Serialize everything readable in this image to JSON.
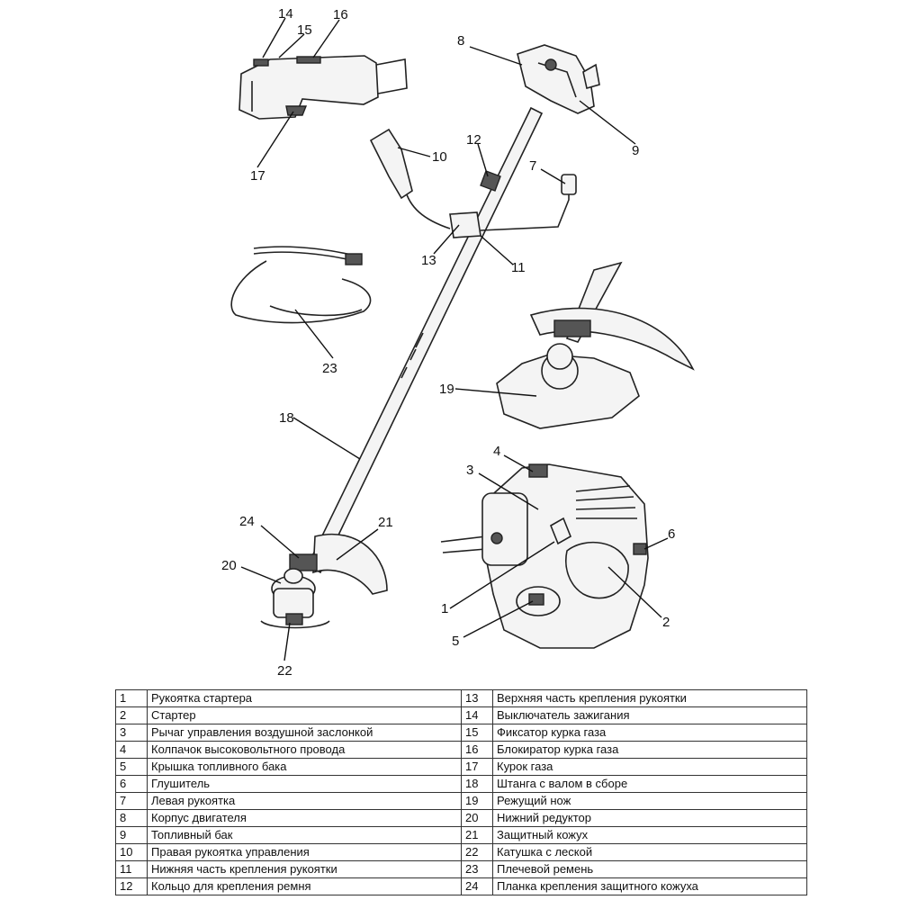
{
  "callouts": {
    "n1": "1",
    "n2": "2",
    "n3": "3",
    "n4": "4",
    "n5": "5",
    "n6": "6",
    "n7": "7",
    "n8": "8",
    "n9": "9",
    "n10": "10",
    "n11": "11",
    "n12": "12",
    "n13": "13",
    "n14": "14",
    "n15": "15",
    "n16": "16",
    "n17": "17",
    "n18": "18",
    "n19": "19",
    "n20": "20",
    "n21": "21",
    "n22": "22",
    "n23": "23",
    "n24": "24"
  },
  "legend": {
    "rows": [
      {
        "left_num": "1",
        "left_text": "Рукоятка стартера",
        "right_num": "13",
        "right_text": "Верхняя часть крепления рукоятки"
      },
      {
        "left_num": "2",
        "left_text": "Стартер",
        "right_num": "14",
        "right_text": "Выключатель зажигания"
      },
      {
        "left_num": "3",
        "left_text": "Рычаг управления воздушной заслонкой",
        "right_num": "15",
        "right_text": "Фиксатор курка газа"
      },
      {
        "left_num": "4",
        "left_text": "Колпачок высоковольтного провода",
        "right_num": "16",
        "right_text": "Блокиратор курка газа"
      },
      {
        "left_num": "5",
        "left_text": "Крышка топливного бака",
        "right_num": "17",
        "right_text": "Курок газа"
      },
      {
        "left_num": "6",
        "left_text": "Глушитель",
        "right_num": "18",
        "right_text": "Штанга с валом в сборе"
      },
      {
        "left_num": "7",
        "left_text": "Левая рукоятка",
        "right_num": "19",
        "right_text": "Режущий нож"
      },
      {
        "left_num": "8",
        "left_text": "Корпус двигателя",
        "right_num": "20",
        "right_text": "Нижний редуктор"
      },
      {
        "left_num": "9",
        "left_text": "Топливный бак",
        "right_num": "21",
        "right_text": "Защитный кожух"
      },
      {
        "left_num": "10",
        "left_text": "Правая рукоятка управления",
        "right_num": "22",
        "right_text": "Катушка с леской"
      },
      {
        "left_num": "11",
        "left_text": "Нижняя часть крепления рукоятки",
        "right_num": "23",
        "right_text": "Плечевой ремень"
      },
      {
        "left_num": "12",
        "left_text": "Кольцо для крепления ремня",
        "right_num": "24",
        "right_text": "Планка крепления защитного кожуха"
      }
    ]
  }
}
